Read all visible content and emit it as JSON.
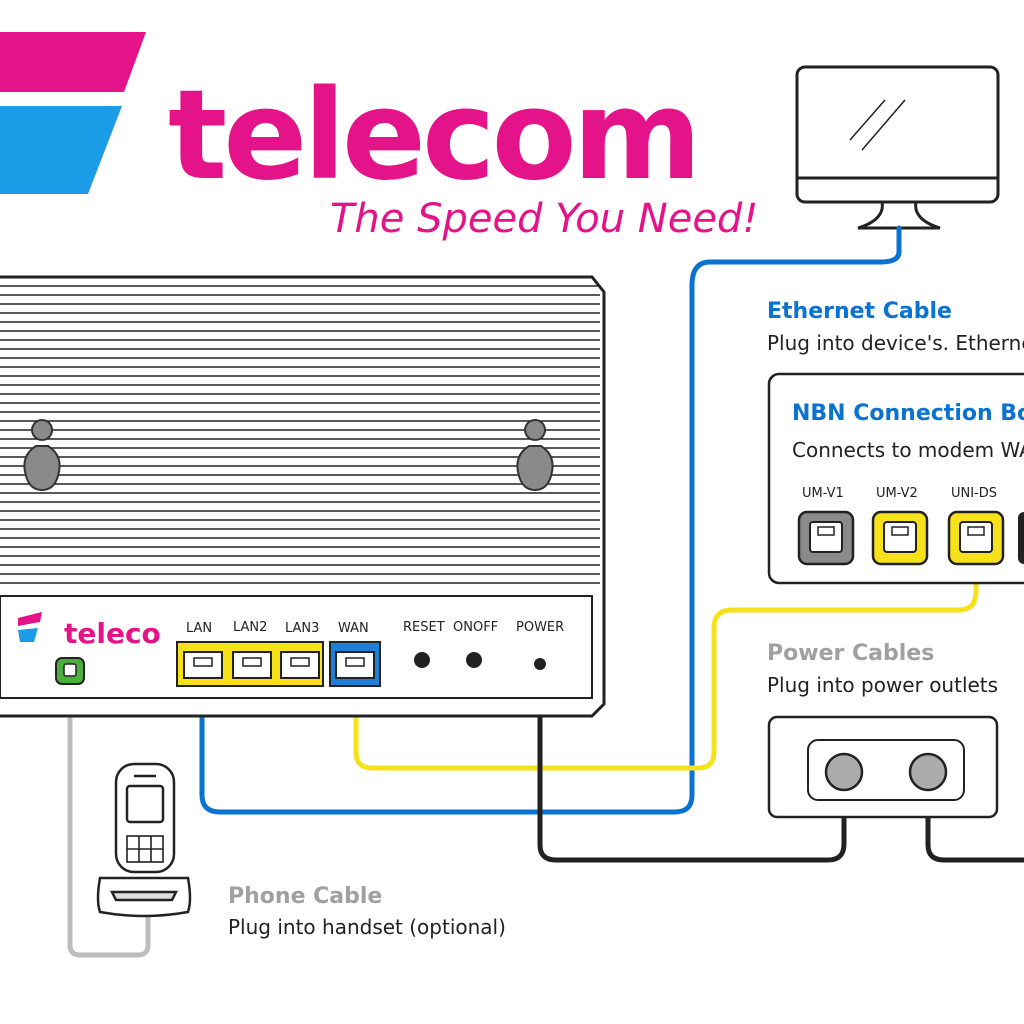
{
  "brand": {
    "name": "telecom",
    "tagline": "The Speed You Need!",
    "router_badge": "teleco",
    "colors": {
      "magenta": "#e5138a",
      "blue": "#1c9be6"
    }
  },
  "router": {
    "ports": {
      "lan1": "LAN",
      "lan2": "LAN2",
      "lan3": "LAN3",
      "wan": "WAN",
      "reset": "RESET",
      "onoff": "ONOFF",
      "power": "POWER"
    }
  },
  "ethernet": {
    "title": "Ethernet Cable",
    "desc": "Plug into device's. Ethernet"
  },
  "nbn": {
    "title": "NBN Connection Box",
    "desc": "Connects to modem WAN",
    "ports": [
      "UM-V1",
      "UM-V2",
      "UNI-DS"
    ]
  },
  "power": {
    "title": "Power Cables",
    "desc": "Plug into power outlets"
  },
  "phone": {
    "title": "Phone Cable",
    "desc": "Plug into handset (optional)"
  },
  "cable_colors": {
    "ethernet": "#0a72d1",
    "wan": "#f6e11a",
    "power": "#222222",
    "phone": "#bdbdbd"
  }
}
